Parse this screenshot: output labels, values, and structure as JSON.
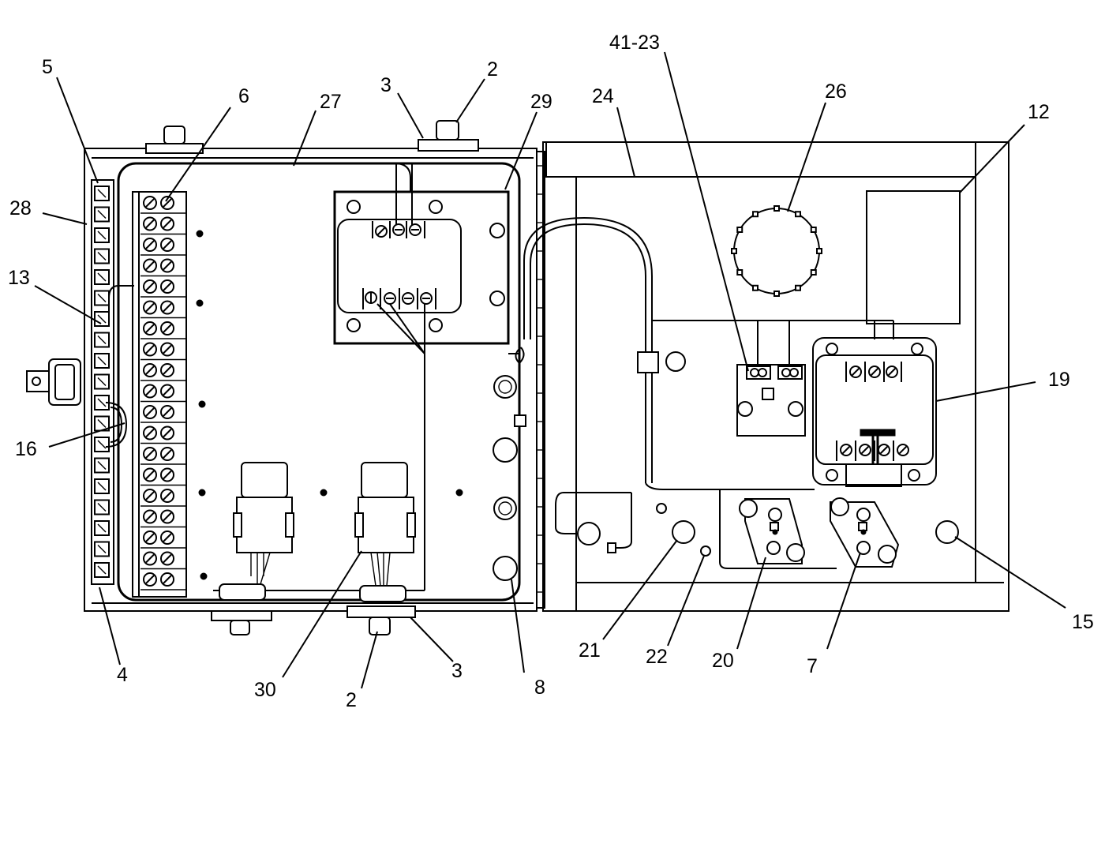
{
  "callouts": {
    "c5": "5",
    "c28": "28",
    "c13": "13",
    "c16": "16",
    "c4": "4",
    "c6": "6",
    "c27": "27",
    "c3_top": "3",
    "c2_top": "2",
    "c29": "29",
    "c41_23": "41-23",
    "c24": "24",
    "c26": "26",
    "c12": "12",
    "c19": "19",
    "c15": "15",
    "c7": "7",
    "c20": "20",
    "c22": "22",
    "c21": "21",
    "c8": "8",
    "c3_bottom": "3",
    "c2_bottom": "2",
    "c30": "30"
  }
}
